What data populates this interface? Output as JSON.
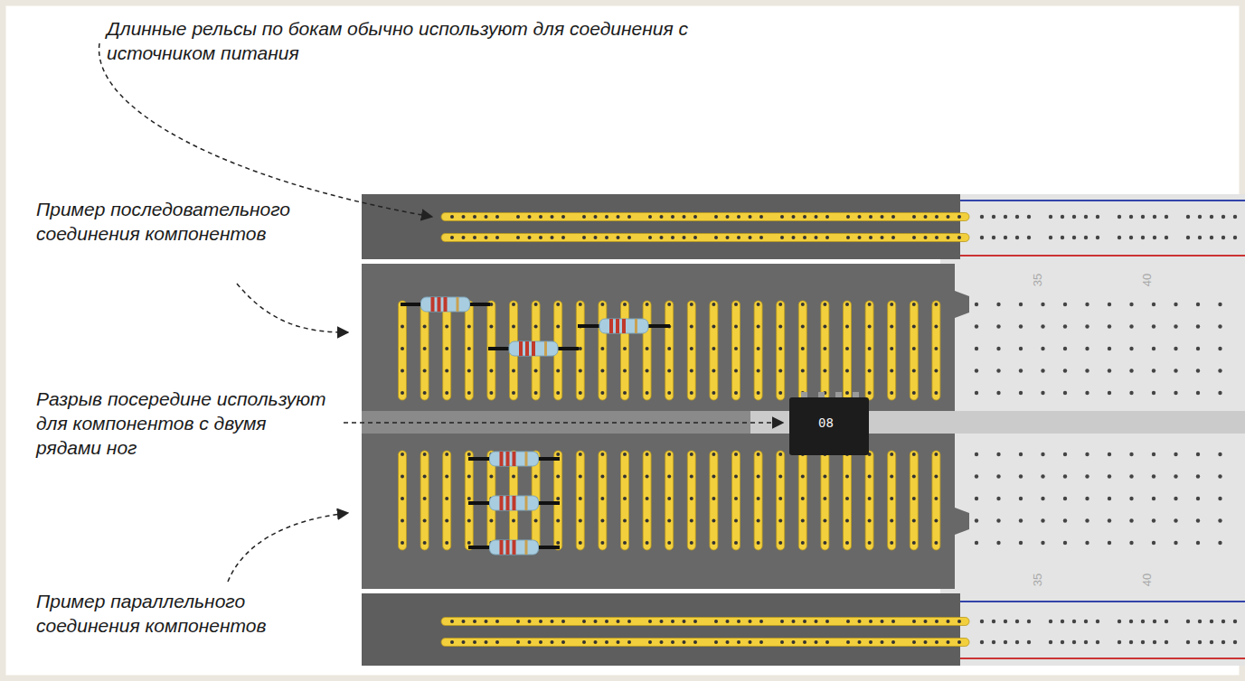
{
  "diagram": {
    "nodes": [
      {
        "text": [
          "08"
        ]
      }
    ],
    "labels": [
      "Длинные рельсы по бокам обычно используют для соединения с источником питания",
      "Пример последовательного соединения компонентов",
      "Разрыв посередине используют для компонентов с двумя рядами ног",
      "Пример параллельного соединения компонентов",
      "35",
      "40",
      "35",
      "40"
    ]
  }
}
